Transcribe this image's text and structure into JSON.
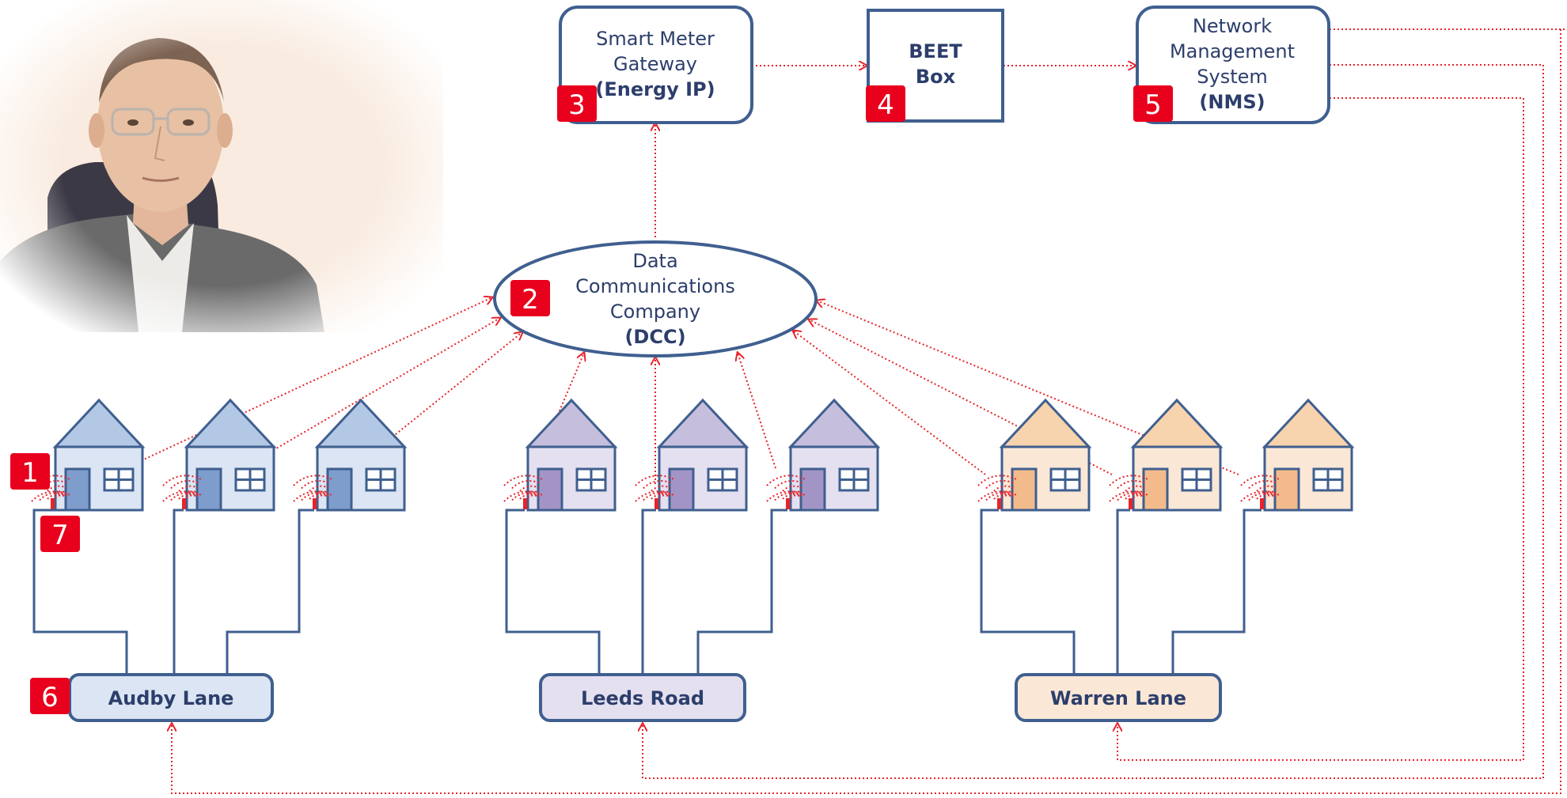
{
  "photo": {
    "icon": "presenter-photo"
  },
  "boxes": {
    "smart_meter_gateway": {
      "line1": "Smart Meter",
      "line2": "Gateway",
      "line3": "(Energy IP)"
    },
    "beet_box": {
      "line1": "BEET",
      "line2": "Box"
    },
    "nms": {
      "line1": "Network",
      "line2": "Management",
      "line3": "System",
      "line4": "(NMS)"
    },
    "dcc": {
      "line1": "Data",
      "line2": "Communications",
      "line3": "Company",
      "line4": "(DCC)"
    }
  },
  "badges": {
    "b1": "1",
    "b2": "2",
    "b3": "3",
    "b4": "4",
    "b5": "5",
    "b6": "6",
    "b7": "7"
  },
  "streets": [
    {
      "label": "Audby Lane"
    },
    {
      "label": "Leeds Road"
    },
    {
      "label": "Warren Lane"
    }
  ],
  "colors": {
    "outline": "#3f5f8f",
    "text": "#2c3e6b",
    "link": "#e8232a",
    "badge": "#e8001c",
    "audby_roof": "#b3c8e4",
    "audby_body": "#dbe5f3",
    "audby_door": "#7e9dcc",
    "leeds_roof": "#c6bedd",
    "leeds_body": "#e4e0f0",
    "leeds_door": "#a295c6",
    "warren_roof": "#f7d3ae",
    "warren_body": "#fbe7d6",
    "warren_door": "#f3bb8c"
  }
}
